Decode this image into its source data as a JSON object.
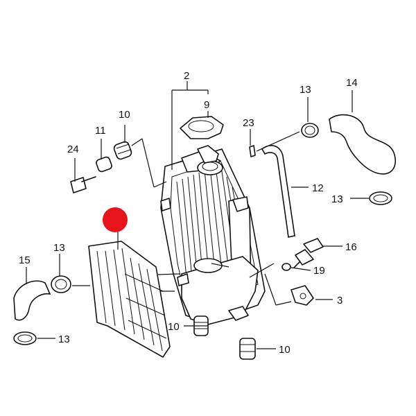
{
  "diagram": {
    "marker_color": "#e8141c",
    "labels": {
      "l2": "2",
      "l9": "9",
      "l10a": "10",
      "l10b": "10",
      "l10c": "10",
      "l11": "11",
      "l24": "24",
      "l13a": "13",
      "l13b": "13",
      "l13c": "13",
      "l13d": "13",
      "l14": "14",
      "l23": "23",
      "l12": "12",
      "l16": "16",
      "l19": "19",
      "l3": "3",
      "l15": "15"
    }
  }
}
